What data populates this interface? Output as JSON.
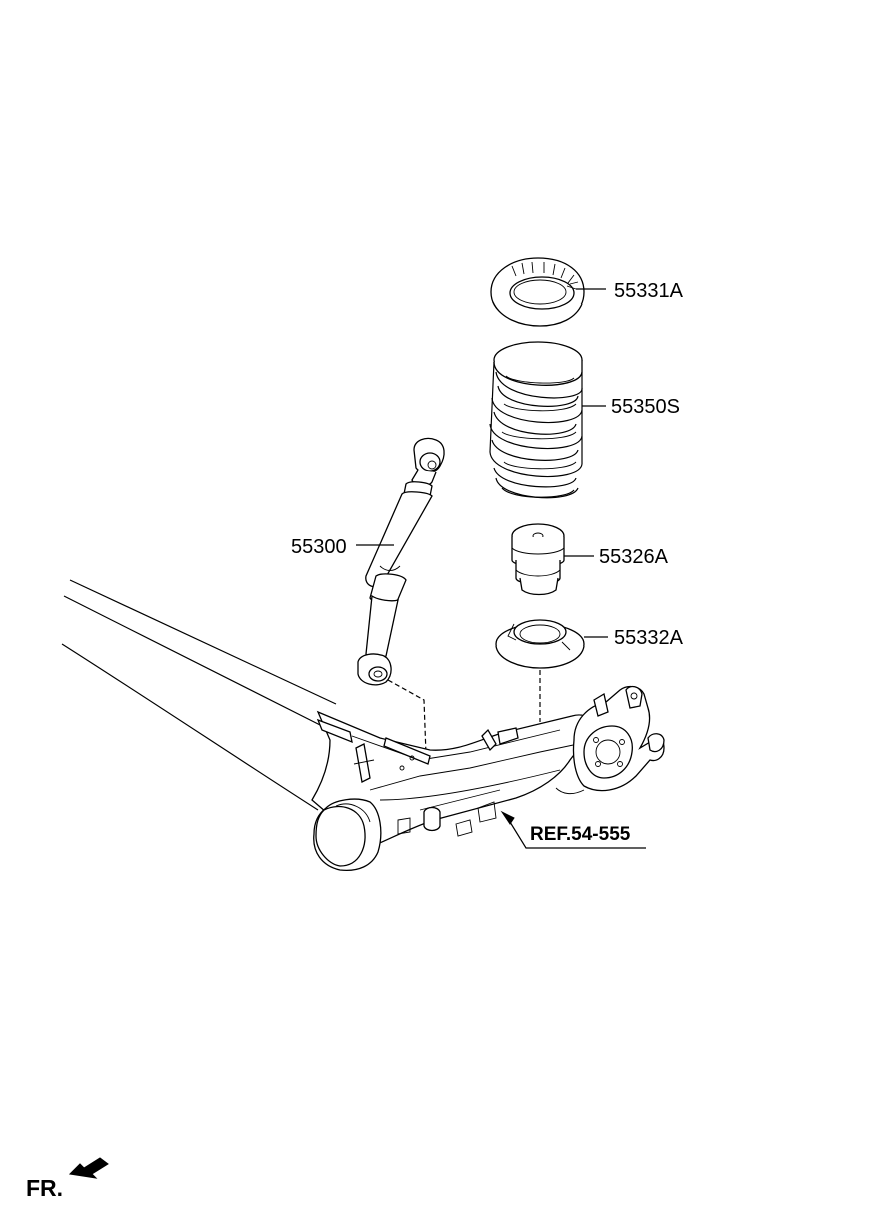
{
  "parts": {
    "spring_pad_upper": "55331A",
    "coil_spring": "55350S",
    "shock_absorber": "55300",
    "bump_stopper": "55326A",
    "spring_pad_lower": "55332A"
  },
  "reference": "REF.54-555",
  "direction": "FR.",
  "colors": {
    "line": "#000000",
    "background": "#ffffff"
  }
}
